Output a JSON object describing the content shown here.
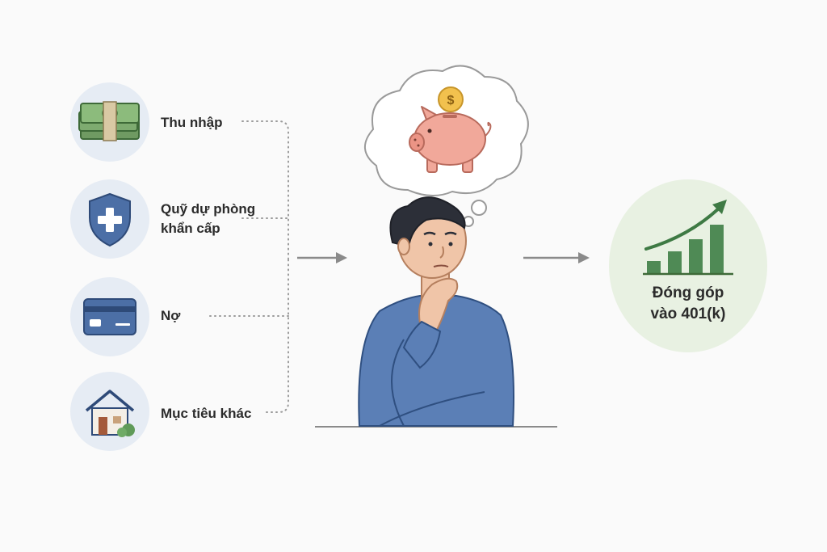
{
  "factors": [
    {
      "label_lines": [
        "Thu nhập"
      ],
      "icon": "money-stack-icon"
    },
    {
      "label_lines": [
        "Quỹ dự phòng",
        "khẩn cấp"
      ],
      "icon": "shield-plus-icon"
    },
    {
      "label_lines": [
        "Nợ"
      ],
      "icon": "credit-card-icon"
    },
    {
      "label_lines": [
        "Mục tiêu khác"
      ],
      "icon": "house-icon"
    }
  ],
  "center": {
    "figure": "thinking-person",
    "thought_icon": "piggy-bank-coin-icon",
    "coin_symbol": "$"
  },
  "result": {
    "label_lines": [
      "Đóng góp",
      "vào 401(k)"
    ],
    "icon": "growth-chart-icon",
    "bars": [
      0.25,
      0.45,
      0.7,
      1.0
    ]
  },
  "colors": {
    "background": "#fafafa",
    "factor_circle": "#e6ecf4",
    "result_circle": "#e8f1e2",
    "arrow": "#8a8a8a",
    "accent_green": "#4f8a55",
    "shirt": "#5b7fb6",
    "piggy": "#f1a89a"
  }
}
